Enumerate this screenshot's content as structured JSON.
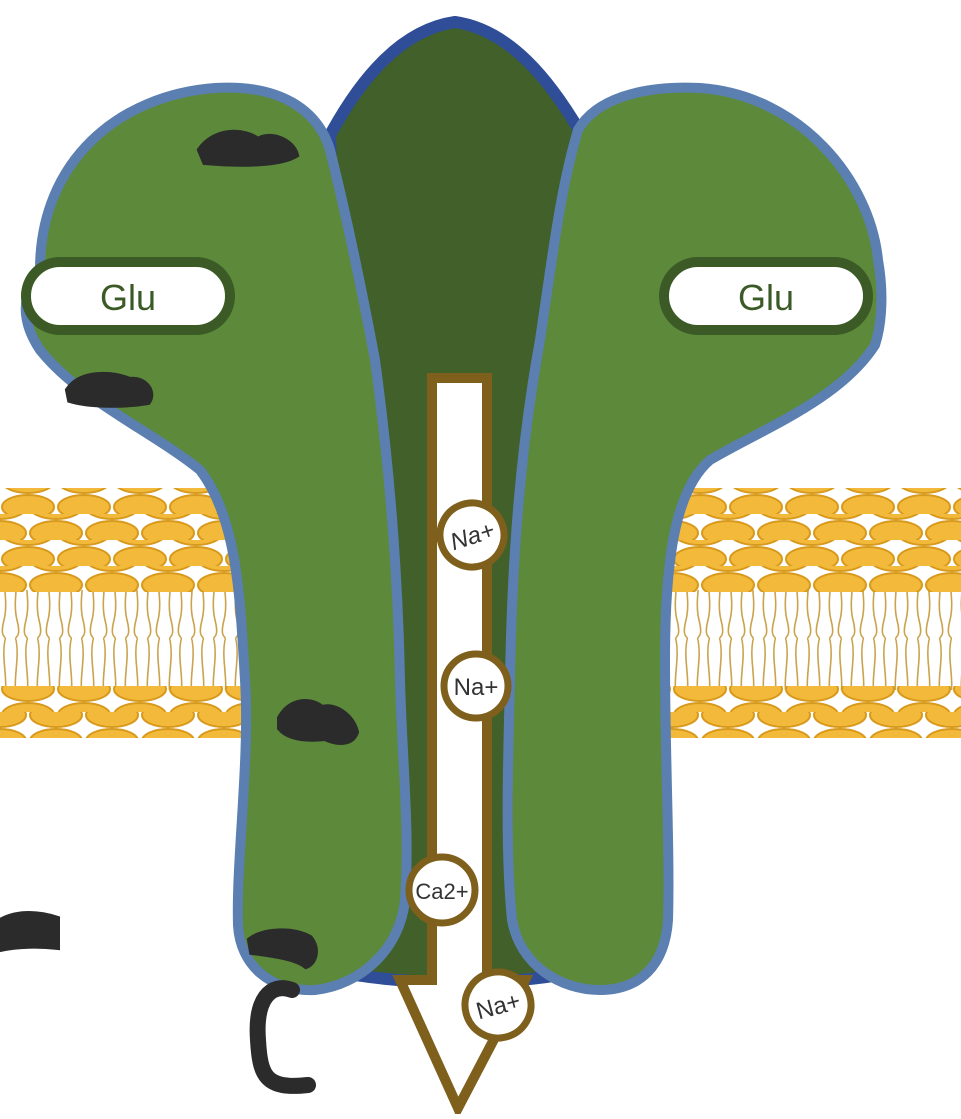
{
  "labels": {
    "glu_left": "Glu",
    "glu_right": "Glu",
    "ion_1": "Na+",
    "ion_2": "Na+",
    "ion_3": "Ca2+",
    "ion_4": "Na+"
  },
  "colors": {
    "membrane_head": "#f2b93b",
    "membrane_head_stroke": "#d89a1c",
    "membrane_tail": "#c9a44c",
    "subunit_fill": "#5c8a3a",
    "subunit_outline": "#5b7fb0",
    "center_fill": "#41602a",
    "center_outline": "#2f4e97",
    "channel_outline": "#7f5f1c",
    "glu_outline": "#3b5a26",
    "ink": "#2b2b2b"
  }
}
